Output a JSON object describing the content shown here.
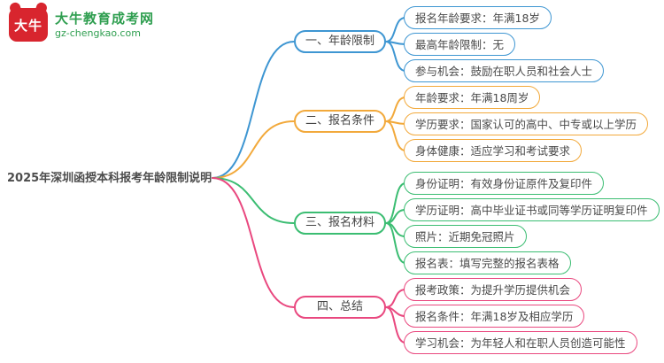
{
  "logo": {
    "brand_mark": "大牛",
    "site_name": "大牛教育成考网",
    "site_url": "gz-chengkao.com"
  },
  "main_topic": "2025年深圳函授本科报考年龄限制说明",
  "colors": {
    "branch_age_limit": "#3e96d2",
    "branch_conditions": "#f2a93b",
    "branch_materials": "#3bbd72",
    "branch_summary": "#e9487f",
    "logo_red": "#d8252e",
    "logo_green": "#2e9e4f",
    "node_text": "#4a4a4a"
  },
  "branches": [
    {
      "label": "一、年龄限制",
      "leaves": [
        "报名年龄要求：年满18岁",
        "最高年龄限制：无",
        "参与机会：鼓励在职人员和社会人士"
      ]
    },
    {
      "label": "二、报名条件",
      "leaves": [
        "年龄要求：年满18周岁",
        "学历要求：国家认可的高中、中专或以上学历",
        "身体健康：适应学习和考试要求"
      ]
    },
    {
      "label": "三、报名材料",
      "leaves": [
        "身份证明：有效身份证原件及复印件",
        "学历证明：高中毕业证书或同等学历证明复印件",
        "照片：近期免冠照片",
        "报名表：填写完整的报名表格"
      ]
    },
    {
      "label": "四、总结",
      "leaves": [
        "报考政策：为提升学历提供机会",
        "报名条件：年满18岁及相应学历",
        "学习机会：为年轻人和在职人员创造可能性"
      ]
    }
  ]
}
